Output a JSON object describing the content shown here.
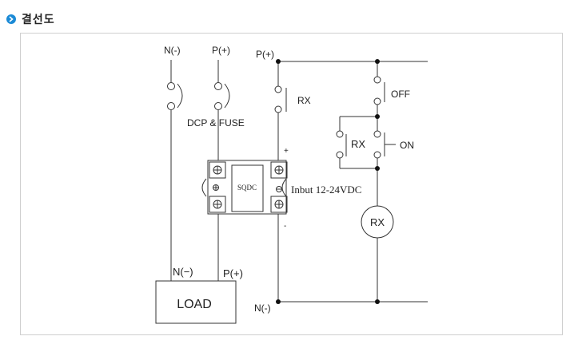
{
  "heading": {
    "title": "결선도",
    "bullet_icon": "chevron-right-icon",
    "accent": "#1b8ad6"
  },
  "diagram": {
    "terminals": {
      "n_top": "N(-)",
      "p_top": "P(+)"
    },
    "dcp_fuse": "DCP & FUSE",
    "supply": {
      "p_label": "P(+)",
      "n_label": "N(-)"
    },
    "rx_contact": "RX",
    "off_switch": "OFF",
    "on_switch": "ON",
    "rx_latch": "RX",
    "rx_coil": "RX",
    "ssr": {
      "label": "SQDC",
      "input": "Inbut 12-24VDC",
      "plus": "+",
      "minus": "-"
    },
    "load": {
      "label": "LOAD",
      "n_label": "N(−)",
      "p_label": "P(+)"
    }
  }
}
